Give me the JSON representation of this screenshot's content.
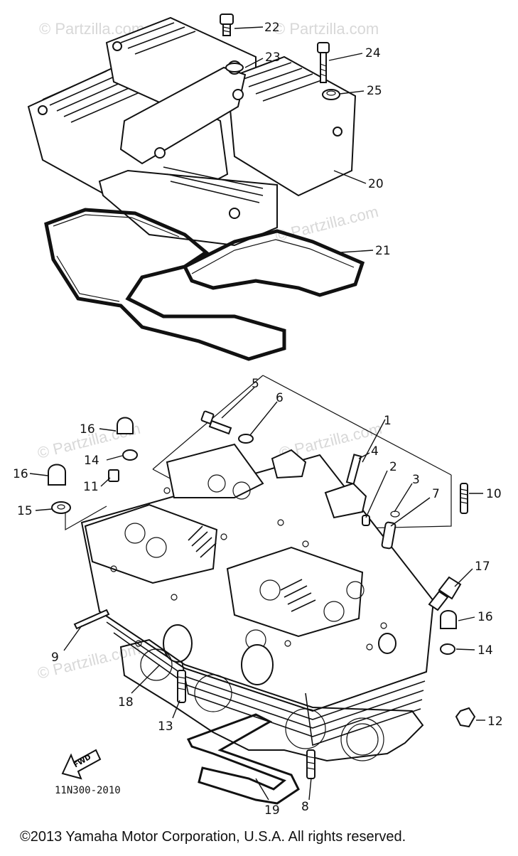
{
  "watermark": {
    "text": "© Partzilla.com"
  },
  "diagram_code": "11N300-2010",
  "fwd_label": "FWD",
  "copyright": "©2013  Yamaha Motor Corporation, U.S.A. All rights reserved.",
  "callouts": [
    "22",
    "23",
    "24",
    "25",
    "20",
    "21",
    "5",
    "6",
    "1",
    "4",
    "2",
    "3",
    "7",
    "10",
    "16",
    "14",
    "11",
    "16",
    "15",
    "17",
    "16",
    "14",
    "9",
    "18",
    "13",
    "12",
    "8",
    "19"
  ]
}
